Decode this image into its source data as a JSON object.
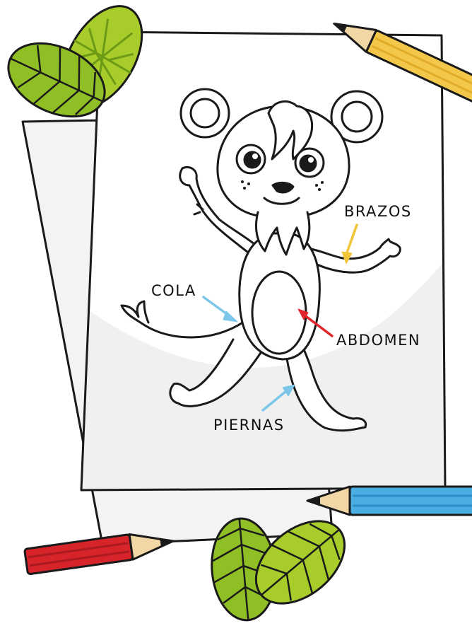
{
  "labels": {
    "arms": "BRAZOS",
    "tail": "COLA",
    "abdomen": "ABDOMEN",
    "legs": "PIERNAS"
  },
  "arrow_colors": {
    "arms": "#f0c53c",
    "tail": "#7cc6ea",
    "abdomen": "#e0262b",
    "legs": "#7cc6ea"
  },
  "decorations": {
    "pencils": [
      "yellow-pencil",
      "blue-pencil",
      "red-pencil"
    ],
    "leaves": [
      "leaf-cluster-top-left",
      "leaf-cluster-bottom"
    ]
  },
  "colors": {
    "paper": "#ffffff",
    "paper_shade": "#f0f0f0",
    "back_sheet": "#f3f3f3",
    "leaf_light": "#a8cc2a",
    "leaf_mid": "#8fbf24",
    "leaf_dark": "#6c9a17",
    "outline": "#1a1a1a",
    "pencil_yellow": "#f3c84a",
    "pencil_blue": "#4aaee3",
    "pencil_red": "#d7242a",
    "pencil_wood": "#f2d7a6"
  }
}
